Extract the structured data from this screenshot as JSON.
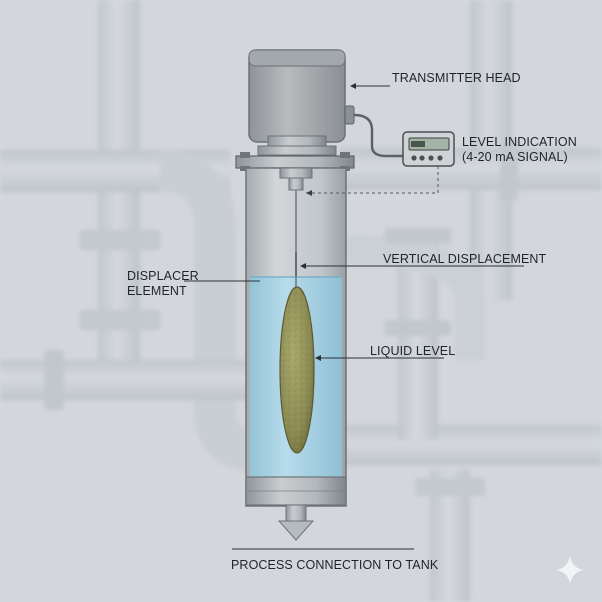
{
  "labels": {
    "transmitter_head": "TRANSMITTER HEAD",
    "level_indication_line1": "LEVEL INDICATION",
    "level_indication_line2": "(4-20 mA SIGNAL)",
    "vertical_displacement": "VERTICAL DISPLACEMENT",
    "displacer_element_line1": "DISPLACER",
    "displacer_element_line2": "ELEMENT",
    "liquid_level": "LIQUID LEVEL",
    "process_connection": "PROCESS CONNECTION TO TANK"
  },
  "colors": {
    "background": "#d3d8dc",
    "pipe": "#c3c9ce",
    "housing": "#a9aeb2",
    "chamber": "#c2c7cb",
    "liquid": "#a9d4e6",
    "displacer": "#8f8f55",
    "text": "#1e2428"
  },
  "icons": [
    "sparkle-icon"
  ]
}
